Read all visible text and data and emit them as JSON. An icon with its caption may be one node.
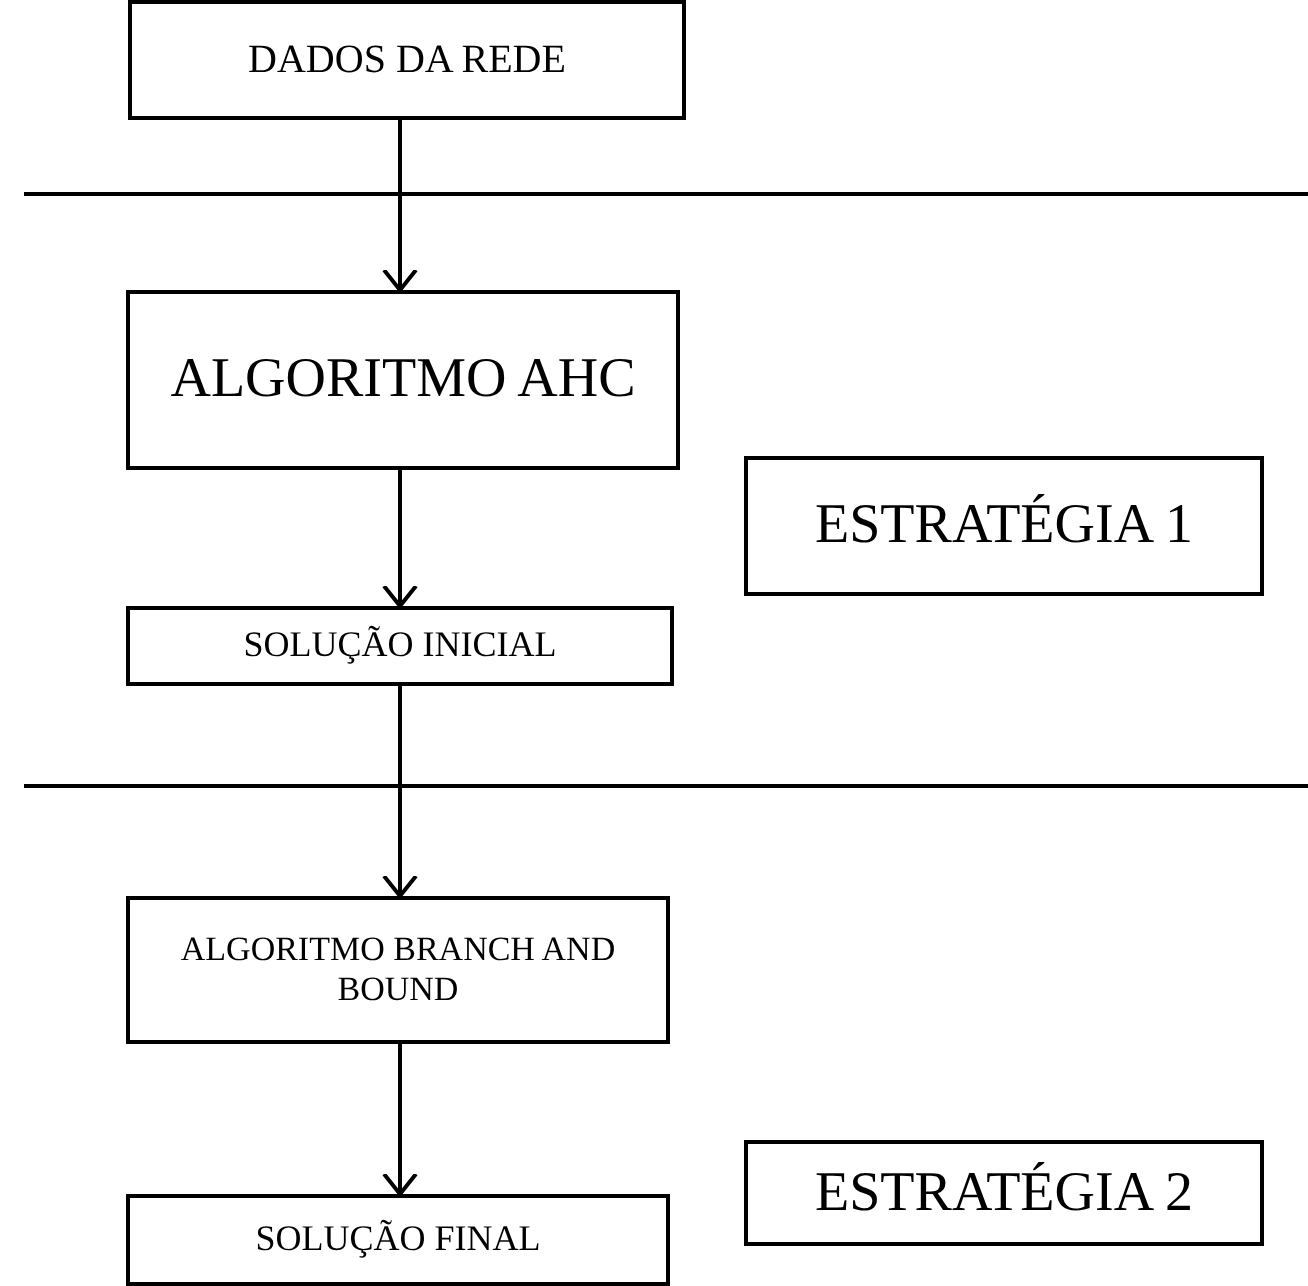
{
  "diagram": {
    "nodes": [
      {
        "text": [
          "DADOS DA REDE"
        ]
      },
      {
        "text": [
          "ALGORITMO AHC"
        ]
      },
      {
        "text": [
          "ESTRATÉGIA 1"
        ]
      },
      {
        "text": [
          "SOLUÇÃO INICIAL"
        ]
      },
      {
        "text": [
          "ALGORITMO BRANCH AND BOUND"
        ]
      },
      {
        "text": [
          "ESTRATÉGIA 2"
        ]
      },
      {
        "text": [
          "SOLUÇÃO FINAL"
        ]
      }
    ],
    "edges": [
      {
        "from": 0,
        "to": 1,
        "arrow": "to"
      },
      {
        "from": 1,
        "to": 3,
        "arrow": "to"
      },
      {
        "from": 3,
        "to": 4,
        "arrow": "to"
      },
      {
        "from": 4,
        "to": 6,
        "arrow": "to"
      }
    ]
  }
}
